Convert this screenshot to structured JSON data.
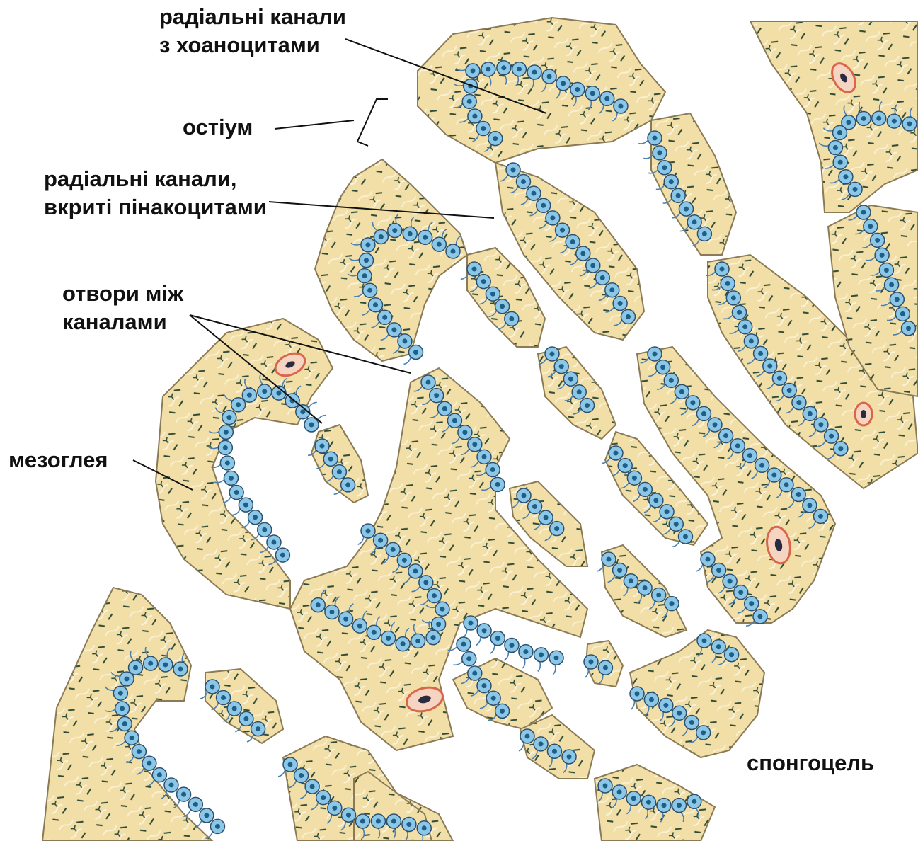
{
  "labels": {
    "radial_choanocyte": {
      "line1": "радіальні канали",
      "line2": "з хоаноцитами"
    },
    "ostium": "остіум",
    "radial_pinacocyte": {
      "line1": "радіальні канали,",
      "line2": "вкриті пінакоцитами"
    },
    "openings": {
      "line1": "отвори між",
      "line2": "каналами"
    },
    "mesoglea": "мезоглея",
    "spongocoel": "спонгоцель"
  },
  "colors": {
    "mesoglea_fill": "#f2dfa8",
    "mesoglea_outline": "#8a7a55",
    "pinacocyte_edge": "#8f8aa8",
    "choanocyte": "#8cc7e8",
    "choanocyte_nucleus": "#1d5f86",
    "collar": "#4a7fb0",
    "spicule": "#1e3a2a",
    "amoebocyte": "#d9664a",
    "leader_line": "#111111"
  }
}
